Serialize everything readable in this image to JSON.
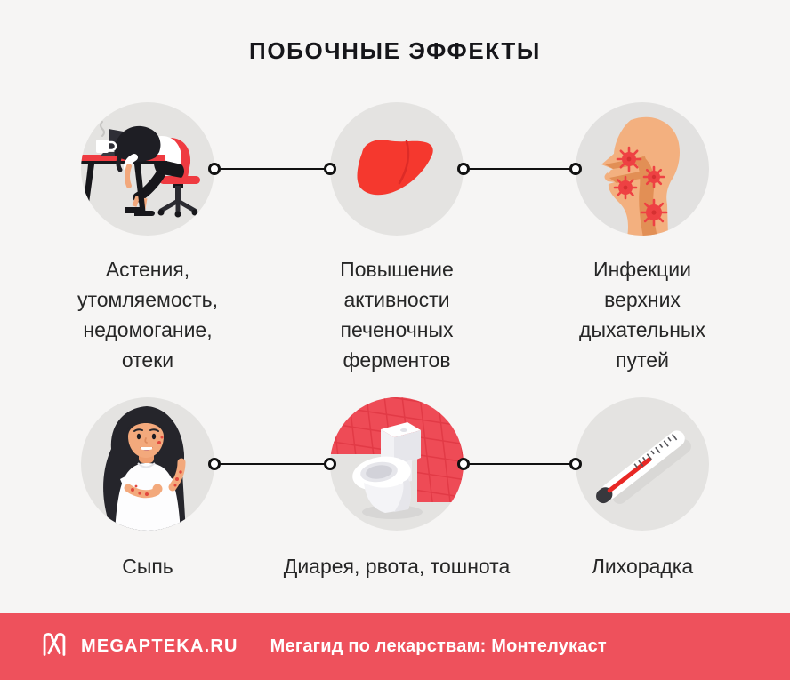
{
  "title": "ПОБОЧНЫЕ ЭФФЕКТЫ",
  "rows": [
    {
      "items": [
        {
          "icon": "tired-person-at-desk",
          "label": "Астения,\nутомляемость,\nнедомогание,\nотеки"
        },
        {
          "icon": "liver",
          "label": "Повышение\nактивности\nпеченочных\nферментов"
        },
        {
          "icon": "head-respiratory-infection",
          "label": "Инфекции\nверхних\nдыхательных\nпутей"
        }
      ]
    },
    {
      "items": [
        {
          "icon": "woman-with-rash",
          "label": "Сыпь"
        },
        {
          "icon": "toilet",
          "label": "Диарея, рвота, тошнота"
        },
        {
          "icon": "thermometer",
          "label": "Лихорадка"
        }
      ]
    }
  ],
  "footer": {
    "brand": "MEGAPTEKA.RU",
    "tagline": "Мегагид по лекарствам: Монтелукаст"
  },
  "colors": {
    "background": "#f6f5f4",
    "icon_circle": "#e4e3e1",
    "accent_red": "#ee4b56",
    "liver_red": "#f5382e",
    "footer_bar": "#ee515c",
    "text": "#262626",
    "connector": "#111111"
  }
}
